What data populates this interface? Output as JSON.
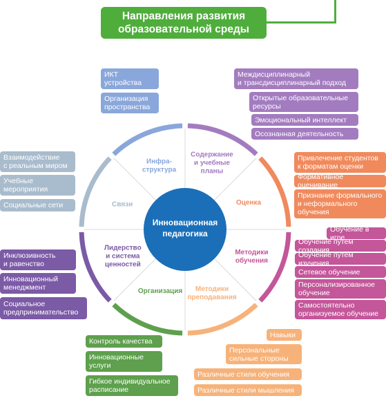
{
  "title": {
    "line1": "Направления развития",
    "line2": "образовательной среды"
  },
  "center": {
    "line1": "Инновационная",
    "line2": "педагогика"
  },
  "segments": {
    "infrastructure": [
      "Инфра-",
      "структура"
    ],
    "content": [
      "Содержание",
      "и учебные",
      "планы"
    ],
    "assessment": [
      "Оценка"
    ],
    "learning_methods": [
      "Методики",
      "обучения"
    ],
    "teaching_methods": [
      "Методики",
      "преподавания"
    ],
    "organization": [
      "Организация"
    ],
    "leadership": [
      "Лидерство",
      "и система",
      "ценностей"
    ],
    "connections": [
      "Связи"
    ]
  },
  "colors": {
    "infrastructure": "#8aa7db",
    "content": "#a37cc0",
    "assessment": "#f08a5d",
    "learning_methods": "#c4569a",
    "teaching_methods": "#f7b27a",
    "organization": "#5ea04d",
    "leadership": "#7b5aa6",
    "connections": "#a9bccd",
    "title": "#4fad3c",
    "center": "#1a6fb8"
  },
  "boxes": {
    "infrastructure": [
      {
        "l1": "ИКТ",
        "l2": "устройства"
      },
      {
        "l1": "Организация",
        "l2": "пространства"
      }
    ],
    "content": [
      {
        "l1": "Междисциплинарный",
        "l2": "и трансдисциплинарный подход"
      },
      {
        "l1": "Открытые образовательные",
        "l2": "ресурсы"
      },
      {
        "l1": "Эмоциональный интеллект",
        "l2": ""
      },
      {
        "l1": "Осознанная деятельность",
        "l2": ""
      }
    ],
    "assessment": [
      {
        "l1": "Привлечение студентов",
        "l2": "к форматам оценки",
        "l3": ""
      },
      {
        "l1": "Формативное оценивание",
        "l2": "",
        "l3": ""
      },
      {
        "l1": "Признание формального",
        "l2": "и неформального",
        "l3": "обучения"
      }
    ],
    "learning_methods": [
      {
        "l1": "Обучение в игре",
        "l2": ""
      },
      {
        "l1": "Обучение путем создания",
        "l2": ""
      },
      {
        "l1": "Обучение путем изучения",
        "l2": ""
      },
      {
        "l1": "Сетевое обучение",
        "l2": ""
      },
      {
        "l1": "Персонализированное",
        "l2": "обучение"
      },
      {
        "l1": "Самостоятельно",
        "l2": "организуемое обучение"
      }
    ],
    "teaching_methods": [
      {
        "l1": "Навыки",
        "l2": ""
      },
      {
        "l1": "Персональные",
        "l2": "сильные стороны"
      },
      {
        "l1": "Различные стили обучения",
        "l2": ""
      },
      {
        "l1": "Различные стили мышления",
        "l2": ""
      }
    ],
    "organization": [
      {
        "l1": "Контроль качества",
        "l2": ""
      },
      {
        "l1": "Инновационные",
        "l2": "услуги"
      },
      {
        "l1": "Гибкое индивидуальное",
        "l2": "расписание"
      }
    ],
    "leadership": [
      {
        "l1": "Инклюзивность",
        "l2": "и равенство"
      },
      {
        "l1": "Инновационный",
        "l2": "менеджмент"
      },
      {
        "l1": "Социальное",
        "l2": "предпринимательство"
      }
    ],
    "connections": [
      {
        "l1": "Взаимодействие",
        "l2": "с реальным миром"
      },
      {
        "l1": "Учебные",
        "l2": "мероприятия"
      },
      {
        "l1": "Социальные сети",
        "l2": ""
      }
    ]
  }
}
